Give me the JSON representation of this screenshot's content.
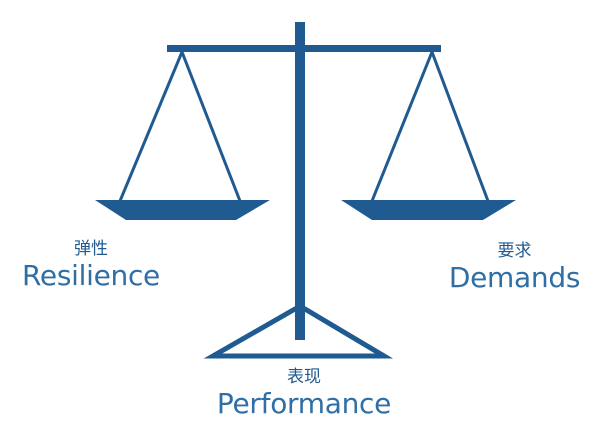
{
  "colors": {
    "primary": "#1f5b90",
    "text": "#2f6fa6",
    "background": "#ffffff"
  },
  "labels": {
    "left": {
      "zh": "弹性",
      "en": "Resilience"
    },
    "right": {
      "zh": "要求",
      "en": "Demands"
    },
    "bottom": {
      "zh": "表现",
      "en": "Performance"
    }
  }
}
